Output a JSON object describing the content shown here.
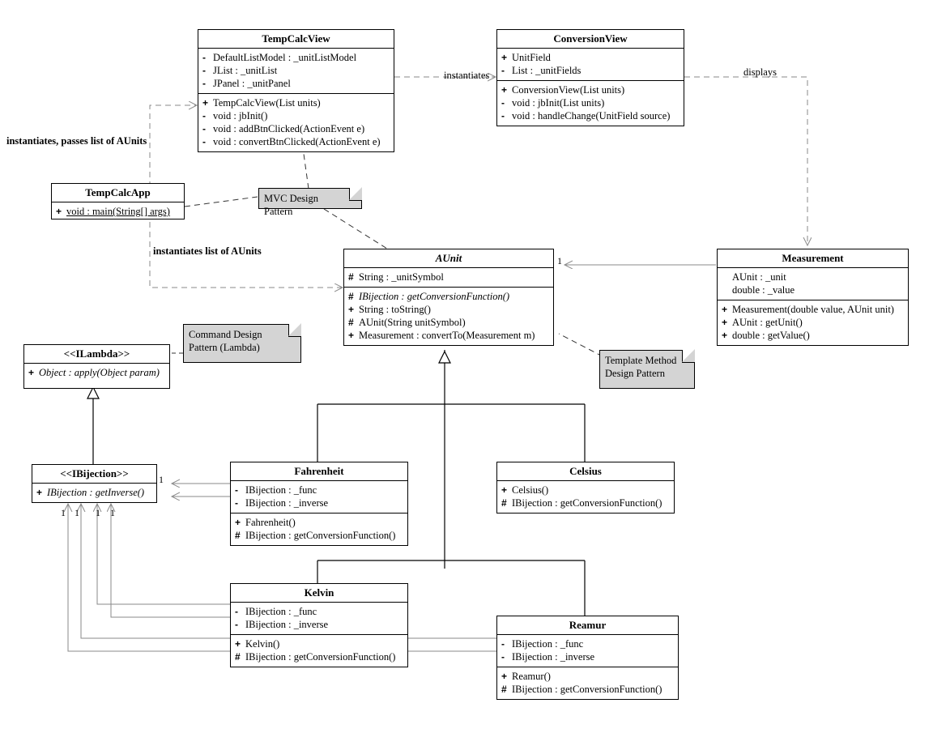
{
  "diagram": {
    "title": "Temperature Calculator UML Class Diagram",
    "type": "uml-class-diagram"
  },
  "classes": {
    "tempcalcview": {
      "name": "TempCalcView",
      "attributes": [
        {
          "vis": "-",
          "text": "DefaultListModel : _unitListModel"
        },
        {
          "vis": "-",
          "text": "JList : _unitList"
        },
        {
          "vis": "-",
          "text": "JPanel : _unitPanel"
        }
      ],
      "methods": [
        {
          "vis": "+",
          "text": "TempCalcView(List units)"
        },
        {
          "vis": "-",
          "text": "void : jbInit()"
        },
        {
          "vis": "-",
          "text": "void : addBtnClicked(ActionEvent e)"
        },
        {
          "vis": "-",
          "text": "void : convertBtnClicked(ActionEvent e)"
        }
      ]
    },
    "conversionview": {
      "name": "ConversionView",
      "attributes": [
        {
          "vis": "+",
          "text": "UnitField"
        },
        {
          "vis": "-",
          "text": "List : _unitFields"
        }
      ],
      "methods": [
        {
          "vis": "+",
          "text": "ConversionView(List units)"
        },
        {
          "vis": "-",
          "text": "void : jbInit(List units)"
        },
        {
          "vis": "-",
          "text": "void : handleChange(UnitField source)"
        }
      ]
    },
    "tempcalcapp": {
      "name": "TempCalcApp",
      "methods": [
        {
          "vis": "+",
          "text": "void : main(String[] args)",
          "underline": true
        }
      ]
    },
    "aunit": {
      "name": "AUnit",
      "abstract": true,
      "attributes": [
        {
          "vis": "#",
          "text": "String : _unitSymbol"
        }
      ],
      "methods": [
        {
          "vis": "#",
          "text": "IBijection : getConversionFunction()",
          "italic": true
        },
        {
          "vis": "+",
          "text": "String : toString()"
        },
        {
          "vis": "#",
          "text": "AUnit(String unitSymbol)"
        },
        {
          "vis": "+",
          "text": "Measurement : convertTo(Measurement m)"
        }
      ]
    },
    "measurement": {
      "name": "Measurement",
      "attributes": [
        {
          "vis": "",
          "text": "AUnit : _unit"
        },
        {
          "vis": "",
          "text": "double : _value"
        }
      ],
      "methods": [
        {
          "vis": "+",
          "text": "Measurement(double value, AUnit unit)"
        },
        {
          "vis": "+",
          "text": "AUnit : getUnit()"
        },
        {
          "vis": "+",
          "text": "double : getValue()"
        }
      ]
    },
    "ilambda": {
      "name": "<<ILambda>>",
      "methods": [
        {
          "vis": "+",
          "text": "Object : apply(Object param)",
          "italic": true
        }
      ]
    },
    "ibijection": {
      "name": "<<IBijection>>",
      "methods": [
        {
          "vis": "+",
          "text": "IBijection : getInverse()",
          "italic": true
        }
      ]
    },
    "fahrenheit": {
      "name": "Fahrenheit",
      "attributes": [
        {
          "vis": "-",
          "text": "IBijection : _func"
        },
        {
          "vis": "-",
          "text": "IBijection : _inverse"
        }
      ],
      "methods": [
        {
          "vis": "+",
          "text": "Fahrenheit()"
        },
        {
          "vis": "#",
          "text": "IBijection : getConversionFunction()"
        }
      ]
    },
    "celsius": {
      "name": "Celsius",
      "methods": [
        {
          "vis": "+",
          "text": "Celsius()"
        },
        {
          "vis": "#",
          "text": "IBijection : getConversionFunction()"
        }
      ]
    },
    "kelvin": {
      "name": "Kelvin",
      "attributes": [
        {
          "vis": "-",
          "text": "IBijection : _func"
        },
        {
          "vis": "-",
          "text": "IBijection : _inverse"
        }
      ],
      "methods": [
        {
          "vis": "+",
          "text": "Kelvin()"
        },
        {
          "vis": "#",
          "text": "IBijection : getConversionFunction()"
        }
      ]
    },
    "reamur": {
      "name": "Reamur",
      "attributes": [
        {
          "vis": "-",
          "text": "IBijection : _func"
        },
        {
          "vis": "-",
          "text": "IBijection : _inverse"
        }
      ],
      "methods": [
        {
          "vis": "+",
          "text": "Reamur()"
        },
        {
          "vis": "#",
          "text": "IBijection : getConversionFunction()"
        }
      ]
    }
  },
  "notes": {
    "mvc": {
      "text": "MVC Design Pattern"
    },
    "command": {
      "line1": "Command Design",
      "line2": "Pattern (Lambda)"
    },
    "template": {
      "line1": "Template Method",
      "line2": "Design Pattern"
    }
  },
  "edge_labels": {
    "instantiates": "instantiates",
    "displays": "displays",
    "instantiates_passes": "instantiates, passes list of AUnits",
    "instantiates_list": "instantiates list of AUnits"
  },
  "multiplicities": {
    "aunit_measurement": "1",
    "ibijection_right": "1",
    "b1": "1",
    "b2": "1",
    "b3": "1",
    "b4": "1"
  },
  "colors": {
    "note_fill": "#d4d4d4",
    "line": "#000000",
    "dashed_line": "#808080",
    "background": "#ffffff"
  }
}
